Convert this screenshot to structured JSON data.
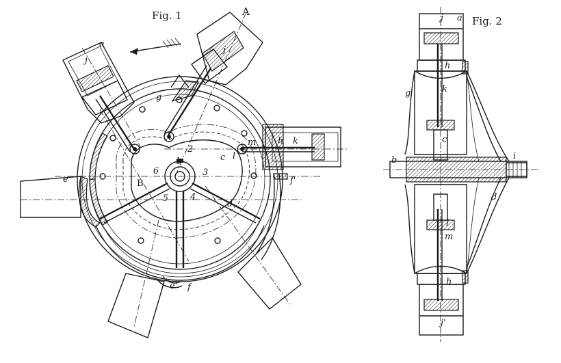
{
  "figure1": {
    "title": "Fig. 1",
    "labels": {
      "A": "A",
      "a": "a",
      "j_left": "j",
      "j_top": "j",
      "g": "g",
      "c": "c",
      "l": "l",
      "m": "m",
      "h": "h",
      "k": "k",
      "e": "e",
      "f_prime": "f'",
      "B": "B",
      "six": "6",
      "b": "b",
      "three": "3",
      "two": "2",
      "five": "5",
      "four": "4",
      "d": "d",
      "e_prime": "e'",
      "f": "f"
    }
  },
  "figure2": {
    "title": "Fig. 2",
    "labels": {
      "j": "j",
      "a": "a",
      "h_top": "h",
      "g": "g",
      "k": "k",
      "c": "c",
      "b": "b",
      "i": "i",
      "d": "d",
      "l": "l",
      "m": "m",
      "h_bottom": "h",
      "j_prime": "j'"
    }
  }
}
